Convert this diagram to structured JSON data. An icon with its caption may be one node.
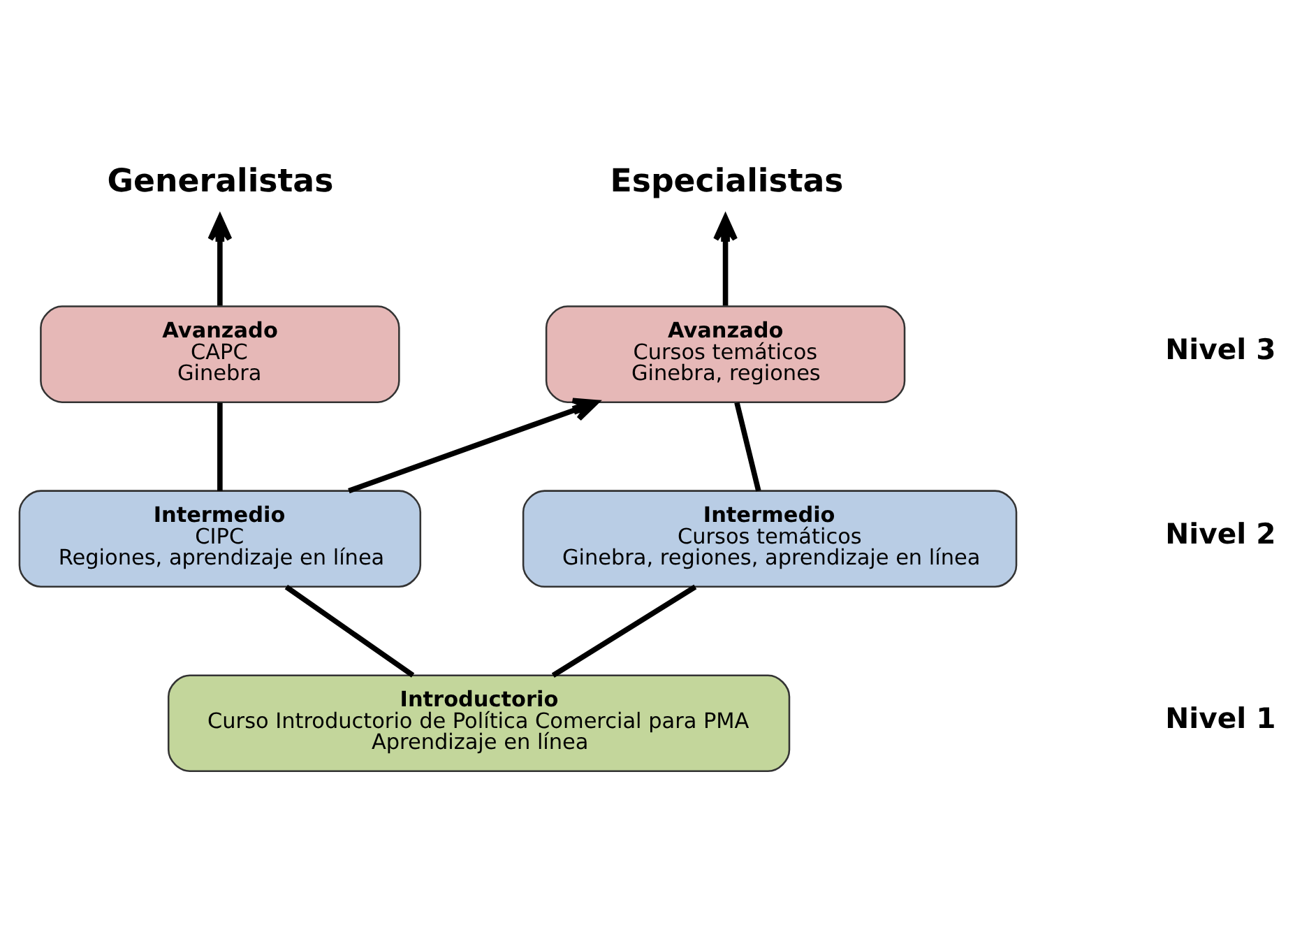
{
  "diagram": {
    "nodes": [
      {
        "text": [
          "Generalistas"
        ]
      },
      {
        "text": [
          "Especialistas"
        ]
      },
      {
        "text": [
          "Avanzado",
          "CAPC",
          "Ginebra"
        ]
      },
      {
        "text": [
          "Avanzado",
          "Cursos temáticos",
          "Ginebra, regiones"
        ]
      },
      {
        "text": [
          "Intermedio",
          "CIPC",
          "Regiones, aprendizaje en línea"
        ]
      },
      {
        "text": [
          "Intermedio",
          "Cursos temáticos",
          "Ginebra, regiones, aprendizaje en línea"
        ]
      },
      {
        "text": [
          "Introductorio",
          "Curso Introductorio de Política Comercial para PMA",
          "Aprendizaje en línea"
        ]
      }
    ],
    "edges": [
      {
        "from": 2,
        "to": 0,
        "arrow": "to"
      },
      {
        "from": 3,
        "to": 1,
        "arrow": "to"
      },
      {
        "from": 4,
        "to": 2,
        "arrow": "none"
      },
      {
        "from": 4,
        "to": 3,
        "arrow": "to"
      },
      {
        "from": 5,
        "to": 3,
        "arrow": "none"
      },
      {
        "from": 6,
        "to": 4,
        "arrow": "none"
      },
      {
        "from": 6,
        "to": 5,
        "arrow": "none"
      }
    ],
    "labels": [
      "Nivel 3",
      "Nivel 2",
      "Nivel 1"
    ]
  }
}
